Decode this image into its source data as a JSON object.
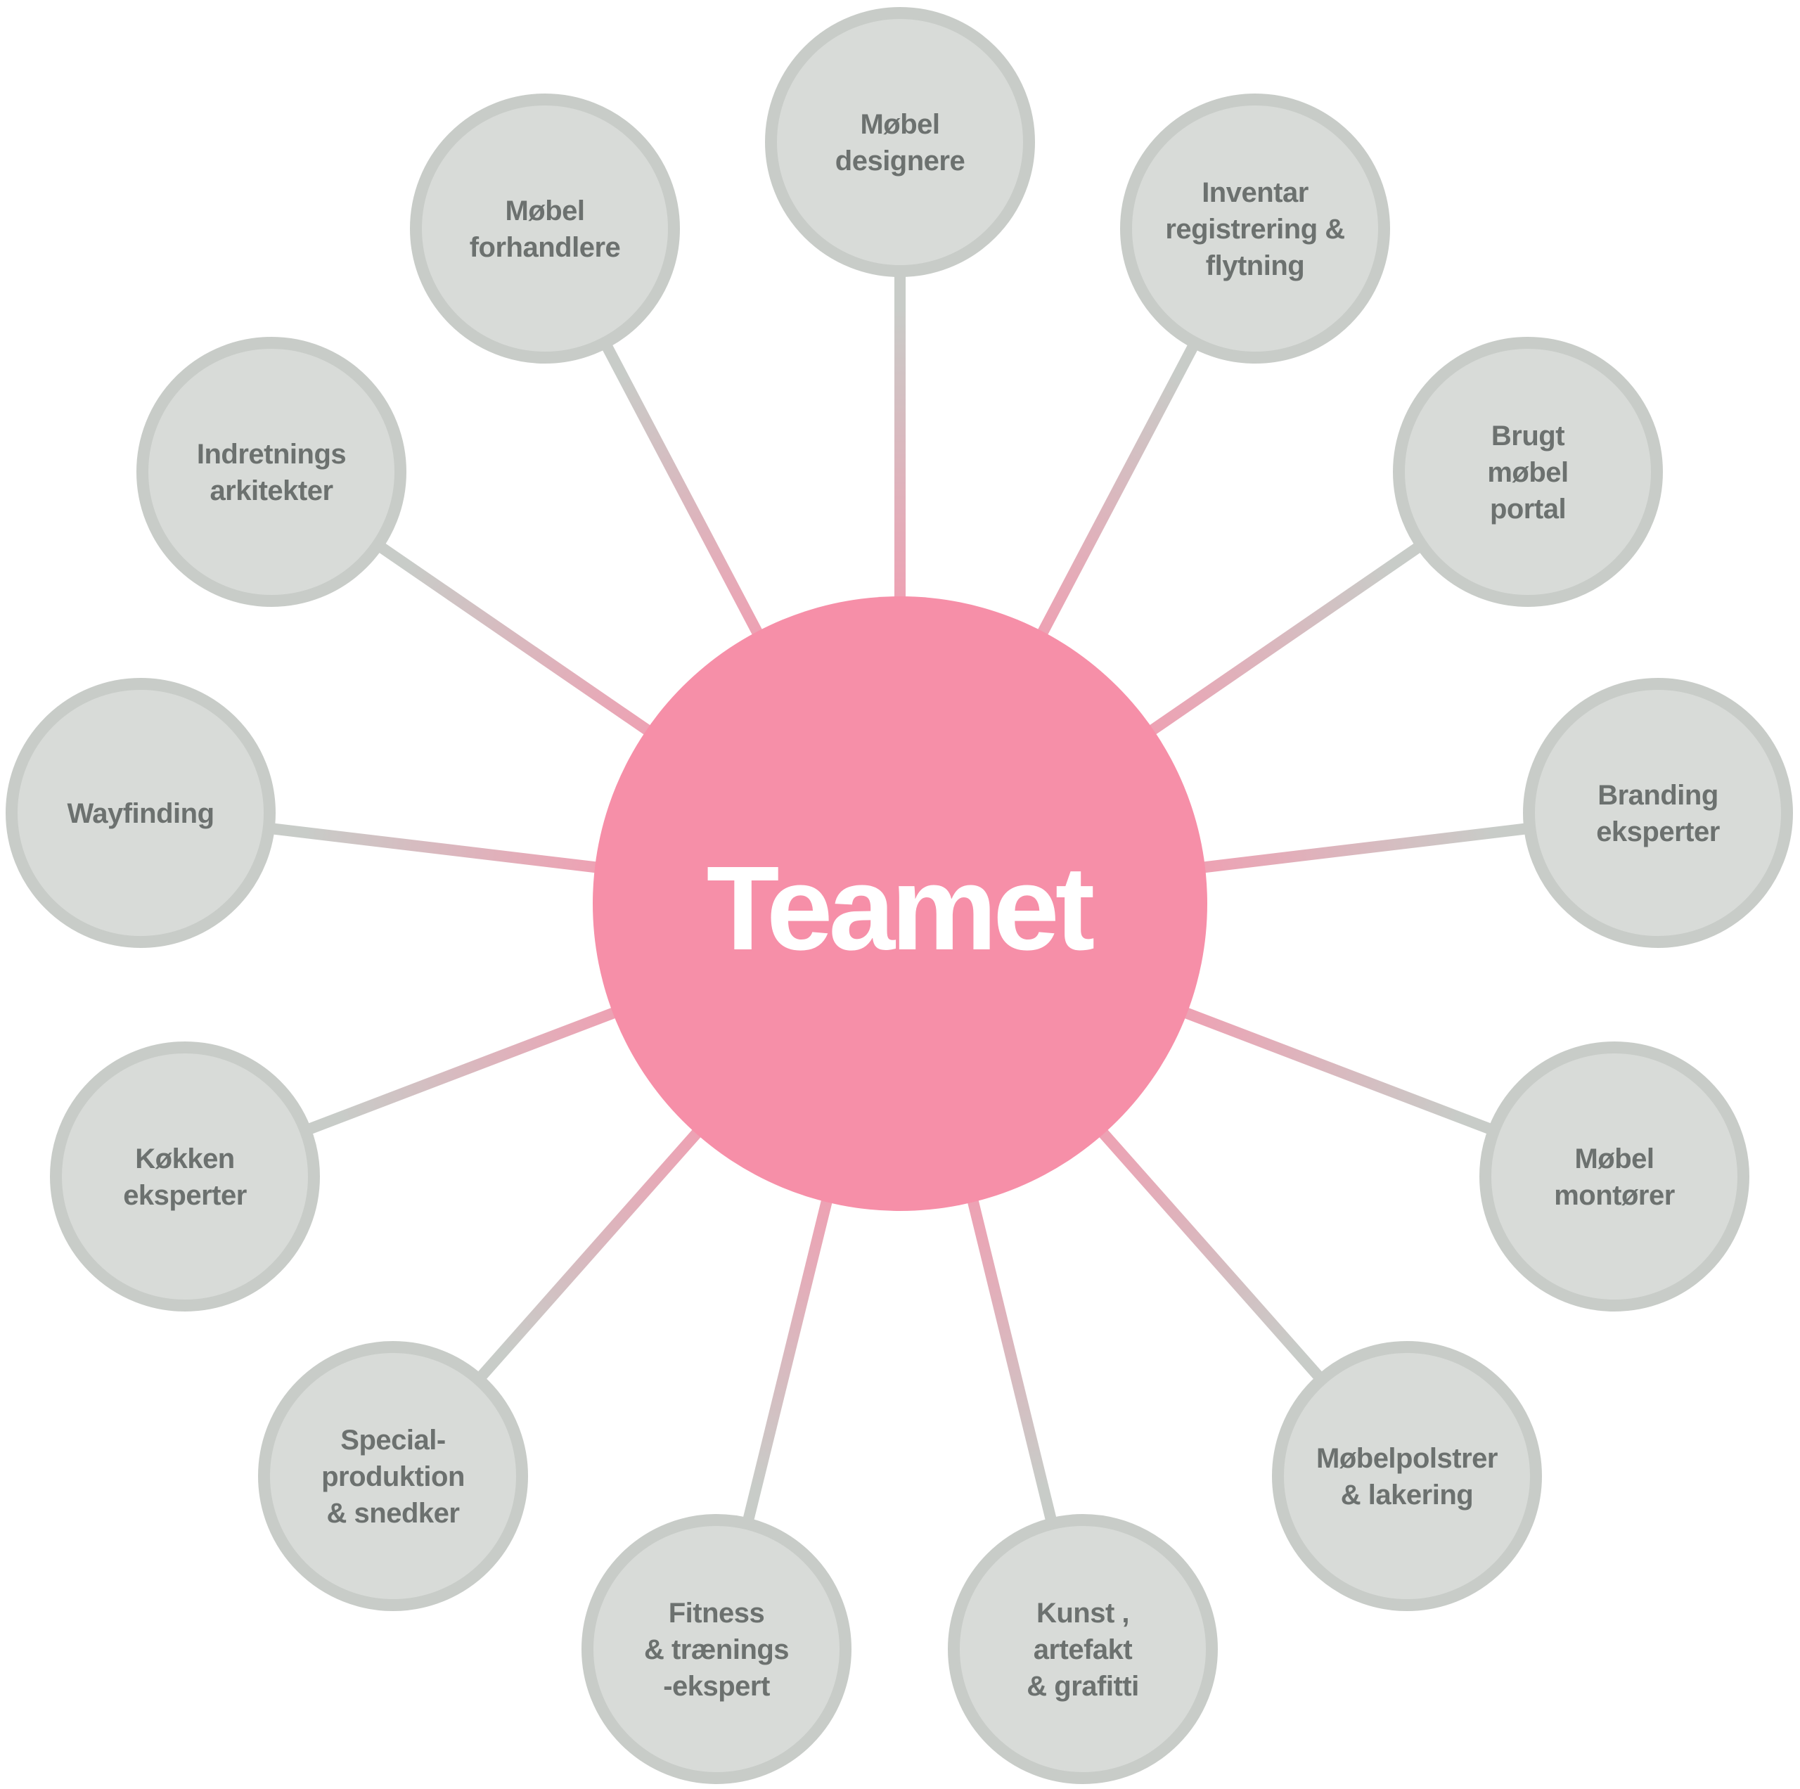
{
  "center": {
    "label": "Teamet",
    "fill": "#f68fa8"
  },
  "colors": {
    "node_fill": "#d8dbd8",
    "node_stroke": "#c8ccc8",
    "node_text": "#6c716f",
    "line_outer": "#c8ccc8",
    "line_inner": "#eea1b3"
  },
  "nodes": [
    {
      "id": "mobel-designere",
      "lines": [
        "Møbel",
        "designere"
      ]
    },
    {
      "id": "inventar",
      "lines": [
        "Inventar",
        "registrering &",
        "flytning"
      ]
    },
    {
      "id": "brugt-mobel",
      "lines": [
        "Brugt",
        "møbel",
        "portal"
      ]
    },
    {
      "id": "branding",
      "lines": [
        "Branding",
        "eksperter"
      ]
    },
    {
      "id": "mobel-montorer",
      "lines": [
        "Møbel",
        "montører"
      ]
    },
    {
      "id": "mobelpolstrer",
      "lines": [
        "Møbelpolstrer",
        "& lakering"
      ]
    },
    {
      "id": "kunst",
      "lines": [
        "Kunst ,",
        "artefakt",
        "& grafitti"
      ]
    },
    {
      "id": "fitness",
      "lines": [
        "Fitness",
        "& trænings",
        "-ekspert"
      ]
    },
    {
      "id": "special",
      "lines": [
        "Special-",
        "produktion",
        "& snedker"
      ]
    },
    {
      "id": "kokken",
      "lines": [
        "Køkken",
        "eksperter"
      ]
    },
    {
      "id": "wayfinding",
      "lines": [
        "Wayfinding"
      ]
    },
    {
      "id": "indretnings",
      "lines": [
        "Indretnings",
        "arkitekter"
      ]
    },
    {
      "id": "mobel-forhandlere",
      "lines": [
        "Møbel",
        "forhandlere"
      ]
    }
  ]
}
